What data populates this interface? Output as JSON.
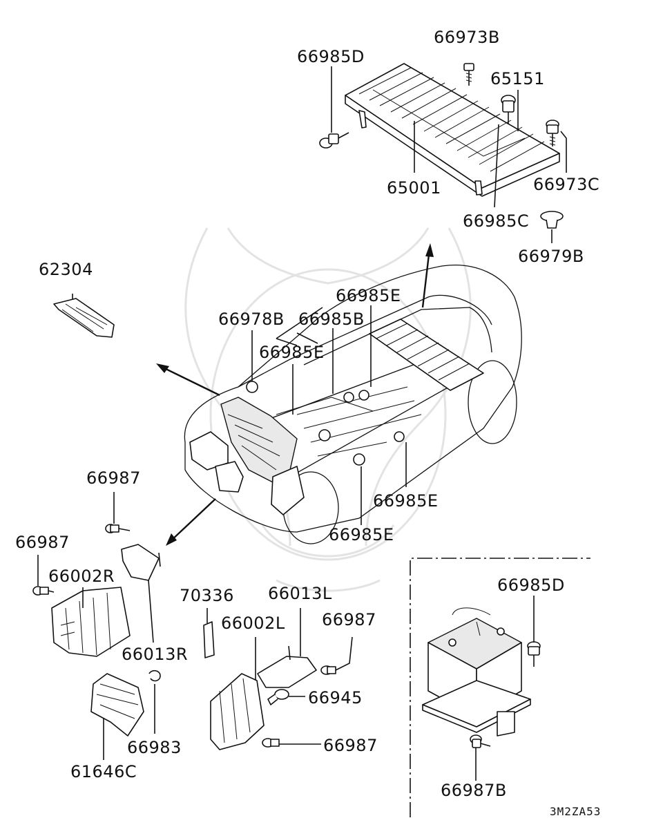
{
  "diagram_code": "3M2ZA53",
  "labels": {
    "l66973B": "66973B",
    "l66985D_top": "66985D",
    "l65151": "65151",
    "l65001": "65001",
    "l66973C": "66973C",
    "l66985C": "66985C",
    "l66979B": "66979B",
    "l62304": "62304",
    "l66985E_a": "66985E",
    "l66978B": "66978B",
    "l66985B": "66985B",
    "l66985E_b": "66985E",
    "l66985E_c": "66985E",
    "l66985E_d": "66985E",
    "l66987_a": "66987",
    "l66987_b": "66987",
    "l66002R": "66002R",
    "l66013R": "66013R",
    "l70336": "70336",
    "l66013L": "66013L",
    "l66002L": "66002L",
    "l66987_c": "66987",
    "l66945": "66945",
    "l66983": "66983",
    "l66987_d": "66987",
    "l61646C": "61646C",
    "l66985D_bat": "66985D",
    "l66987B": "66987B"
  }
}
